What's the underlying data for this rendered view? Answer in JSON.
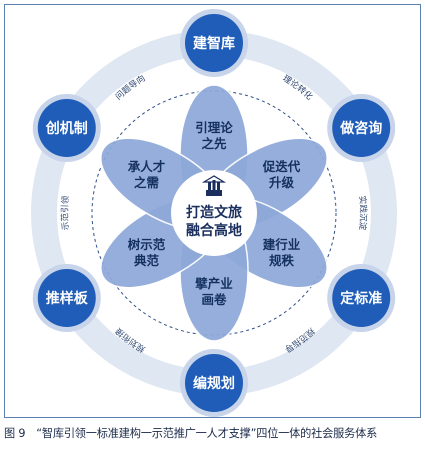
{
  "caption": "图 9　“智库引领一标准建构一示范推广一人才支撑”四位一体的社会服务体系",
  "center": {
    "line1": "打造文旅",
    "line2": "融合高地"
  },
  "outer_nodes": [
    {
      "id": "top",
      "label": "建智库"
    },
    {
      "id": "upper-right",
      "label": "做咨询"
    },
    {
      "id": "lower-right",
      "label": "定标准"
    },
    {
      "id": "bottom",
      "label": "编规划"
    },
    {
      "id": "lower-left",
      "label": "推样板"
    },
    {
      "id": "upper-left",
      "label": "创机制"
    }
  ],
  "petals": [
    {
      "id": "top",
      "line1": "引理论",
      "line2": "之先"
    },
    {
      "id": "upper-right",
      "line1": "促迭代",
      "line2": "升级"
    },
    {
      "id": "lower-right",
      "line1": "建行业",
      "line2": "规秩"
    },
    {
      "id": "bottom",
      "line1": "擘产业",
      "line2": "画卷"
    },
    {
      "id": "lower-left",
      "line1": "树示范",
      "line2": "典范"
    },
    {
      "id": "upper-left",
      "line1": "承人才",
      "line2": "之需"
    }
  ],
  "arc_labels": [
    {
      "id": "top-right",
      "text": "理论转化"
    },
    {
      "id": "right",
      "text": "实践沉淀"
    },
    {
      "id": "bottom-right",
      "text": "规范指导"
    },
    {
      "id": "bottom-left",
      "text": "规划衔接"
    },
    {
      "id": "left",
      "text": "示范引领"
    },
    {
      "id": "top-left",
      "text": "问题导向"
    }
  ],
  "colors": {
    "ring_fill": "#dfe7f3",
    "node_fill": "#1f5db8",
    "node_ring": "#c7d4ea",
    "petal_fill": "#8ea8d8",
    "petal_stroke": "#ffffff",
    "center_fill": "#ffffff",
    "center_text": "#1a2f5e",
    "arc_text": "#2f4770",
    "dashed": "#2f4f86",
    "frame": "#5a7fb0"
  },
  "icons": {
    "center": "building-icon"
  }
}
